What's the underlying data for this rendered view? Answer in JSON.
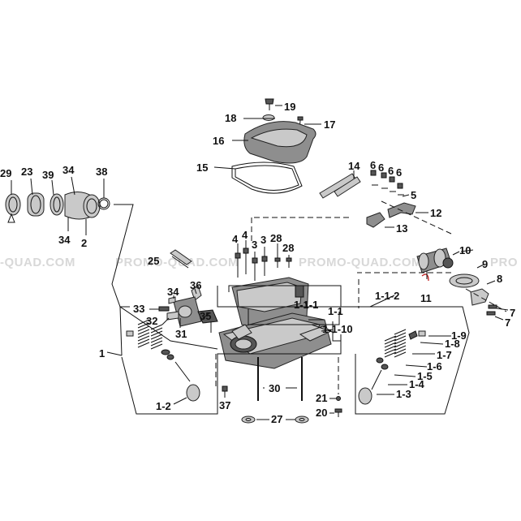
{
  "watermark": [
    "-QUAD.COM",
    "PROMO-QUAD.COM",
    "PROMO-QUAD.COM",
    "PRO"
  ],
  "callouts": {
    "c29": "29",
    "c23": "23",
    "c39": "39",
    "c34a": "34",
    "c38": "38",
    "c34b": "34",
    "c2": "2",
    "c19": "19",
    "c18": "18",
    "c17": "17",
    "c16": "16",
    "c15": "15",
    "c14": "14",
    "c6a": "6",
    "c6b": "6",
    "c6c": "6",
    "c6d": "6",
    "c5": "5",
    "c12": "12",
    "c13": "13",
    "c4a": "4",
    "c4b": "4",
    "c3a": "3",
    "c3b": "3",
    "c28a": "28",
    "c28b": "28",
    "c10": "10",
    "c9": "9",
    "c8": "8",
    "c7a": "7",
    "c7b": "7",
    "c11": "11",
    "c25": "25",
    "c36": "36",
    "c34c": "34",
    "c33": "33",
    "c32": "32",
    "c35": "35",
    "c31": "31",
    "c111": "1-1-1",
    "c11s": "1-1",
    "c112": "1-1-2",
    "c110": "1-1-10",
    "c19s": "1-9",
    "c18s": "1-8",
    "c17s": "1-7",
    "c16s": "1-6",
    "c15s": "1-5",
    "c14s": "1-4",
    "c13s": "1-3",
    "c1": "1",
    "c12s": "1-2",
    "c37": "37",
    "c30": "30",
    "c27": "27",
    "c21": "21",
    "c20": "20"
  },
  "colors": {
    "leader_red": "#c01818",
    "watermark": "#d8d8d8"
  }
}
